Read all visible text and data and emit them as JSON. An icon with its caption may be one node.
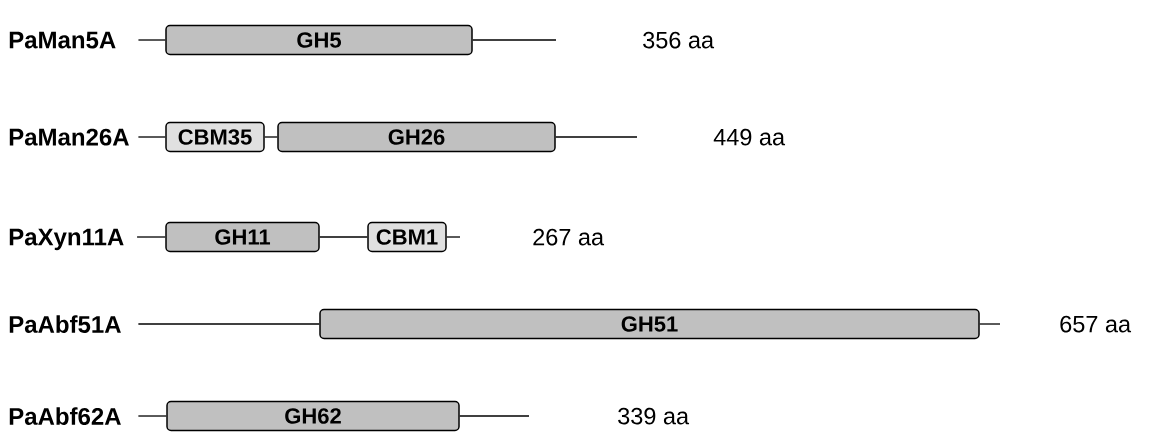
{
  "diagram": {
    "nodes": [
      {
        "text": [
          "PaMan5A"
        ]
      },
      {
        "text": [
          "GH5"
        ]
      },
      {
        "text": [
          "PaMan26A"
        ]
      },
      {
        "text": [
          "CBM35"
        ]
      },
      {
        "text": [
          "GH26"
        ]
      },
      {
        "text": [
          "PaXyn11A"
        ]
      },
      {
        "text": [
          "GH11"
        ]
      },
      {
        "text": [
          "CBM1"
        ]
      },
      {
        "text": [
          "PaAbf51A"
        ]
      },
      {
        "text": [
          "GH51"
        ]
      },
      {
        "text": [
          "PaAbf62A"
        ]
      },
      {
        "text": [
          "GH62"
        ]
      }
    ],
    "edges": [
      {
        "from": 0,
        "to": 1,
        "arrow": "none"
      },
      {
        "from": 1,
        "to": null,
        "arrow": "none"
      },
      {
        "from": 2,
        "to": 3,
        "arrow": "none"
      },
      {
        "from": 3,
        "to": 4,
        "arrow": "none"
      },
      {
        "from": 4,
        "to": null,
        "arrow": "none"
      },
      {
        "from": 5,
        "to": 6,
        "arrow": "none"
      },
      {
        "from": 6,
        "to": 7,
        "arrow": "none"
      },
      {
        "from": 7,
        "to": null,
        "arrow": "none"
      },
      {
        "from": 8,
        "to": 9,
        "arrow": "none"
      },
      {
        "from": 9,
        "to": null,
        "arrow": "none"
      },
      {
        "from": 10,
        "to": 11,
        "arrow": "none"
      },
      {
        "from": 11,
        "to": null,
        "arrow": "none"
      }
    ],
    "labels": [
      "356 aa",
      "449 aa",
      "267 aa",
      "657 aa",
      "339 aa"
    ]
  }
}
